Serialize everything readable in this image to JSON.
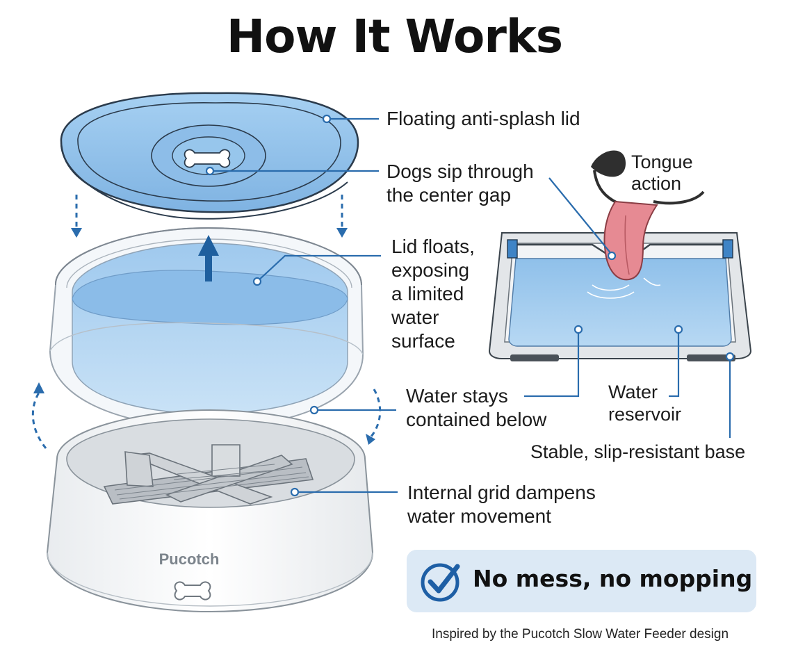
{
  "title": "How It Works",
  "labels": {
    "lid": "Floating anti-splash lid",
    "gap": [
      "Dogs sip through",
      "the center gap"
    ],
    "tongue": [
      "Tongue",
      "action"
    ],
    "floats": [
      "Lid floats,",
      "exposing",
      "a limited",
      "water",
      "surface"
    ],
    "contained": [
      "Water stays",
      "contained below"
    ],
    "reservoir": [
      "Water",
      "reservoir"
    ],
    "base": "Stable, slip-resistant base",
    "grid": [
      "Internal grid dampens",
      "water movement"
    ]
  },
  "brand": "Pucotch",
  "badge": {
    "text": "No mess, no mopping",
    "icon": "checkmark-circle-icon"
  },
  "footer": "Inspired by the Pucotch Slow Water Feeder design",
  "colors": {
    "accent": "#2a6cad",
    "lid": "#8fc0ea",
    "water": "#a9cff0",
    "badge_bg": "#dce9f5"
  }
}
